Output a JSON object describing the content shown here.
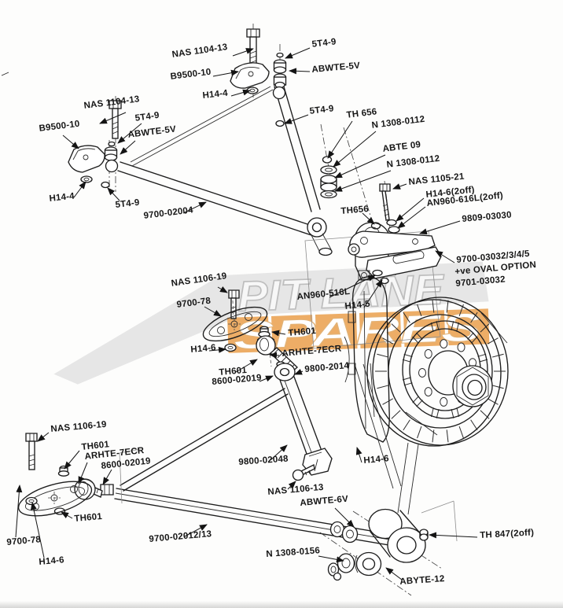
{
  "watermark": {
    "line1": "PIT LANE",
    "line2": "SPARES",
    "band_color": "#d7d7d7",
    "accent_color": "#eca75a",
    "text_color": "#ffffff",
    "outline_color": "#bdbdbd"
  },
  "labels": [
    {
      "text": "NAS 1104-13"
    },
    {
      "text": "5T4-9"
    },
    {
      "text": "B9500-10"
    },
    {
      "text": "ABWTE-5V"
    },
    {
      "text": "H14-4"
    },
    {
      "text": "5T4-9"
    },
    {
      "text": "NAS 1104-13"
    },
    {
      "text": "B9500-10"
    },
    {
      "text": "5T4-9"
    },
    {
      "text": "ABWTE-5V"
    },
    {
      "text": "H14-4"
    },
    {
      "text": "5T4-9"
    },
    {
      "text": "9700-02004"
    },
    {
      "text": "TH 656"
    },
    {
      "text": "N 1308-0112"
    },
    {
      "text": "ABTE 09"
    },
    {
      "text": "N 1308-0112"
    },
    {
      "text": "NAS 1105-21"
    },
    {
      "text": "H14-6(2off)"
    },
    {
      "text": "AN960-616L(2off)"
    },
    {
      "text": "TH656"
    },
    {
      "text": "9809-03030"
    },
    {
      "text": "9700-03032/3/4/5"
    },
    {
      "text": "+ve OVAL OPTION"
    },
    {
      "text": "9701-03032"
    },
    {
      "text": "NAS 1106-19"
    },
    {
      "text": "9700-78"
    },
    {
      "text": "AN960-516L"
    },
    {
      "text": "H14-5"
    },
    {
      "text": "TH601"
    },
    {
      "text": "ARHTE-7ECR"
    },
    {
      "text": "H14-6"
    },
    {
      "text": "TH601"
    },
    {
      "text": "8600-02019"
    },
    {
      "text": "9800-2014"
    },
    {
      "text": "NAS 1106-19"
    },
    {
      "text": "TH601"
    },
    {
      "text": "ARHTE-7ECR"
    },
    {
      "text": "8600-02019"
    },
    {
      "text": "TH601"
    },
    {
      "text": "9700-78"
    },
    {
      "text": "H14-6"
    },
    {
      "text": "9800-02048"
    },
    {
      "text": "NAS 1106-13"
    },
    {
      "text": "ABWTE-6V"
    },
    {
      "text": "9700-02012/13"
    },
    {
      "text": "N 1308-0156"
    },
    {
      "text": "ABYTE-12"
    },
    {
      "text": "TH 847(2off)"
    },
    {
      "text": "H14-6"
    }
  ]
}
